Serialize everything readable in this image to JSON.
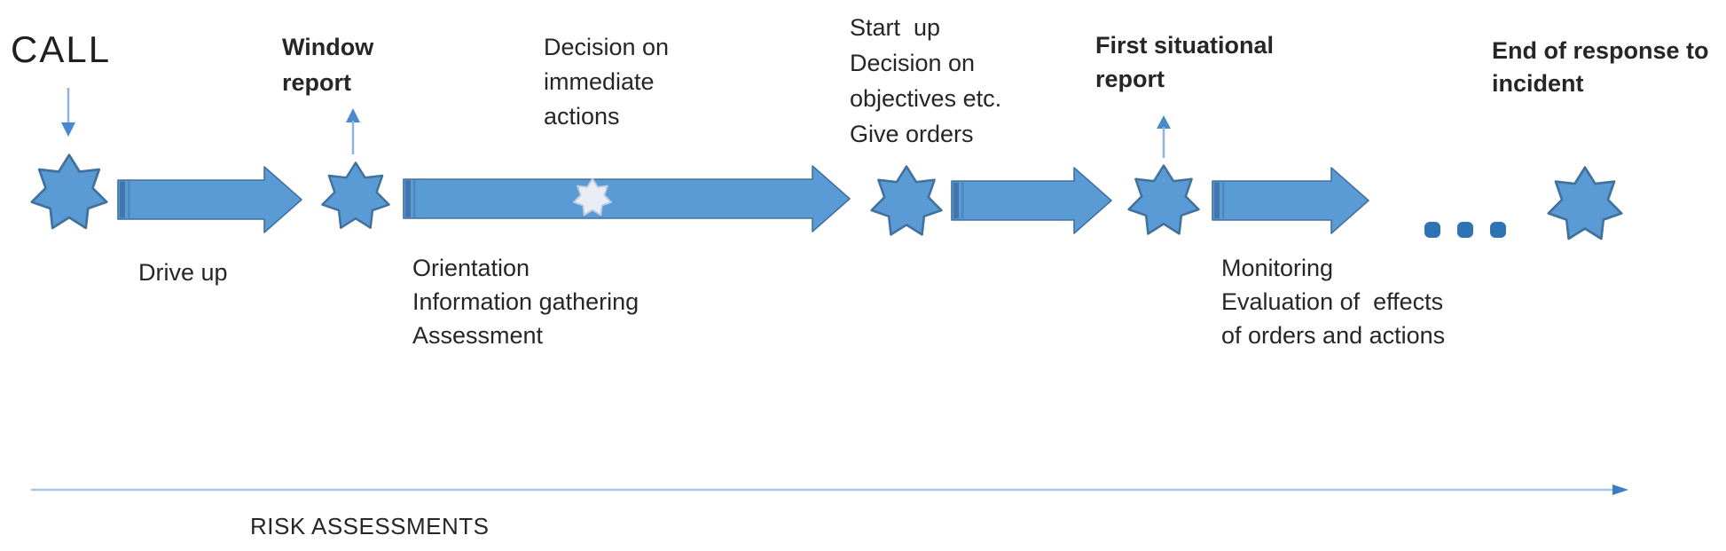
{
  "labels": {
    "call": "CALL",
    "window_report": [
      "Window",
      "report"
    ],
    "decision_immediate": [
      "Decision on",
      "immediate",
      "actions"
    ],
    "start_up": [
      "Start  up",
      "Decision on",
      "objectives etc.",
      "Give orders"
    ],
    "first_situational_report": [
      "First situational",
      "report"
    ],
    "end_of_response": [
      "End of response to",
      "incident"
    ],
    "drive_up": "Drive up",
    "orientation": [
      "Orientation",
      "Information gathering",
      "Assessment"
    ],
    "monitoring": [
      "Monitoring",
      "Evaluation of  effects",
      "of orders and actions"
    ],
    "risk_assessments": "RISK ASSESSMENTS"
  },
  "ellipsis": {
    "count": 3
  },
  "colors": {
    "shape_fill": "#5b9bd5",
    "shape_stroke": "#41719c",
    "stripe": "#3e6ea5",
    "small_star_fill": "#e9eef5",
    "small_star_stroke": "#bccbdf",
    "thin_arrow_stem": "#8fb4e0",
    "thin_arrow_head": "#4a89cf",
    "dot": "#2e74b5",
    "timeline_line": "#a6c5e4",
    "timeline_head": "#3e7cc1",
    "text": "#262626"
  }
}
